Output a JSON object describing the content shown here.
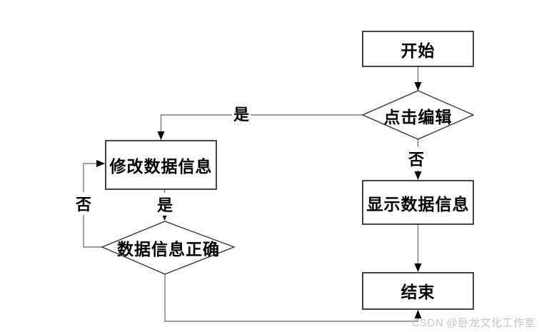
{
  "diagram": {
    "type": "flowchart",
    "nodes": [
      {
        "id": "start",
        "shape": "rect",
        "label": "开始"
      },
      {
        "id": "click-edit",
        "shape": "diamond",
        "label": "点击编辑"
      },
      {
        "id": "modify-data",
        "shape": "rect",
        "label": "修改数据信息"
      },
      {
        "id": "data-correct",
        "shape": "diamond",
        "label": "数据信息正确"
      },
      {
        "id": "show-data",
        "shape": "rect",
        "label": "显示数据信息"
      },
      {
        "id": "end",
        "shape": "rect",
        "label": "结束"
      }
    ],
    "edges": [
      {
        "from": "start",
        "to": "click-edit",
        "label": ""
      },
      {
        "from": "click-edit",
        "to": "modify-data",
        "label": "是"
      },
      {
        "from": "click-edit",
        "to": "show-data",
        "label": "否"
      },
      {
        "from": "modify-data",
        "to": "data-correct",
        "label": "是"
      },
      {
        "from": "data-correct",
        "to": "modify-data",
        "label": "否"
      },
      {
        "from": "data-correct",
        "to": "end",
        "label": ""
      },
      {
        "from": "show-data",
        "to": "end",
        "label": ""
      }
    ],
    "colors": {
      "background": "#ffffff",
      "connector": "#7a7a7a",
      "shape_border": "#2f2f2f",
      "shape_fill": "#ffffff",
      "arrowhead": "#000000",
      "text": "#000000",
      "watermark": "#c3c3c3"
    }
  },
  "watermark": {
    "text": "CSDN @卧龙文化工作室"
  }
}
